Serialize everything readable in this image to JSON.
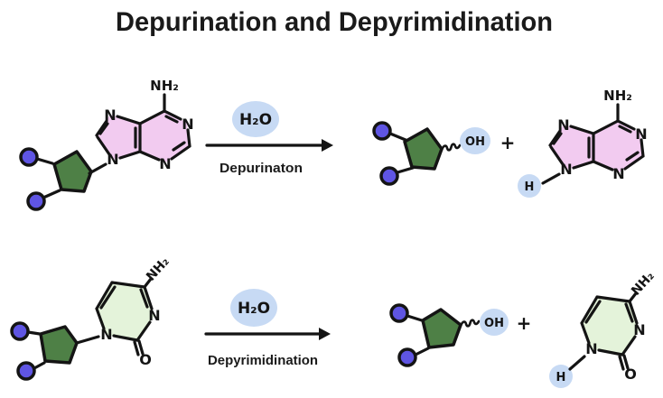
{
  "title": "Depurination and Depyrimidination",
  "reactions": [
    {
      "name": "depurination",
      "reagent": "H₂O",
      "arrow_label": "Depurinaton"
    },
    {
      "name": "depyrimidination",
      "reagent": "H₂O",
      "arrow_label": "Depyrimidination"
    }
  ],
  "atom_labels": {
    "n": "N",
    "o": "O",
    "nh2": "NH₂",
    "oh": "OH",
    "h": "H",
    "plus": "+"
  },
  "colors": {
    "purine_fill": "#f2cbf0",
    "pyrimidine_fill": "#e4f3da",
    "sugar_fill": "#4e8046",
    "phosphate_fill": "#5f55e3",
    "highlight_fill": "#c7daf4",
    "line": "#141414",
    "background": "#ffffff"
  }
}
